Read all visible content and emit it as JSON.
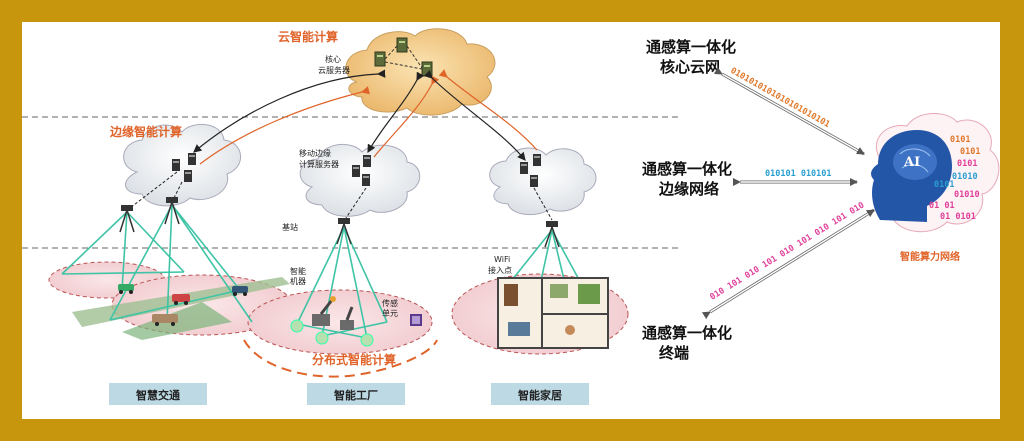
{
  "labels": {
    "cloud_intelligent_computing": "云智能计算",
    "core_cloud_server": "核心",
    "core_cloud_server_2": "云服务器",
    "edge_intelligent_computing": "边缘智能计算",
    "mobile_edge_server": "移动边缘",
    "mobile_edge_server_2": "计算服务器",
    "base_station": "基站",
    "intelligent_machine": "智能",
    "intelligent_machine_2": "机器",
    "sensing_unit": "传感",
    "sensing_unit_2": "单元",
    "wifi_access_point": "WiFi",
    "wifi_access_point_2": "接入点",
    "distributed_intelligent_computing": "分布式智能计算"
  },
  "scenes": [
    "智慧交通",
    "智能工厂",
    "智能家居"
  ],
  "right_panel": {
    "core_network": [
      "通感算一体化",
      "核心云网"
    ],
    "edge_network": [
      "通感算一体化",
      "边缘网络"
    ],
    "terminal": [
      "通感算一体化",
      "终端"
    ],
    "ai_label": "AI",
    "computing_network": "智能算力网络",
    "bits_core": "0101010101010101010101",
    "bits_edge": "010101 010101",
    "bits_terminal": "010 101 010 101 010 101 010 101 010",
    "ai_bits": [
      "0101",
      "0101",
      "0101",
      "01010",
      "0101",
      "01010",
      "01 01",
      "01 0101"
    ]
  },
  "colors": {
    "frame": "#c8960c",
    "orange_accent": "#e0642a",
    "cloud_core": "#f3c985",
    "cloud_edge": "#e6eaee",
    "ground_zone": "#f5d9dc",
    "scene_box": "#bcd9e4",
    "link_teal": "#3fc4a6",
    "ai_head": "#2456a8"
  },
  "icons": [
    "server-icon",
    "antenna-tower-icon",
    "brain-head-icon",
    "car-icon",
    "robot-arm-icon",
    "house-floorplan-icon"
  ]
}
